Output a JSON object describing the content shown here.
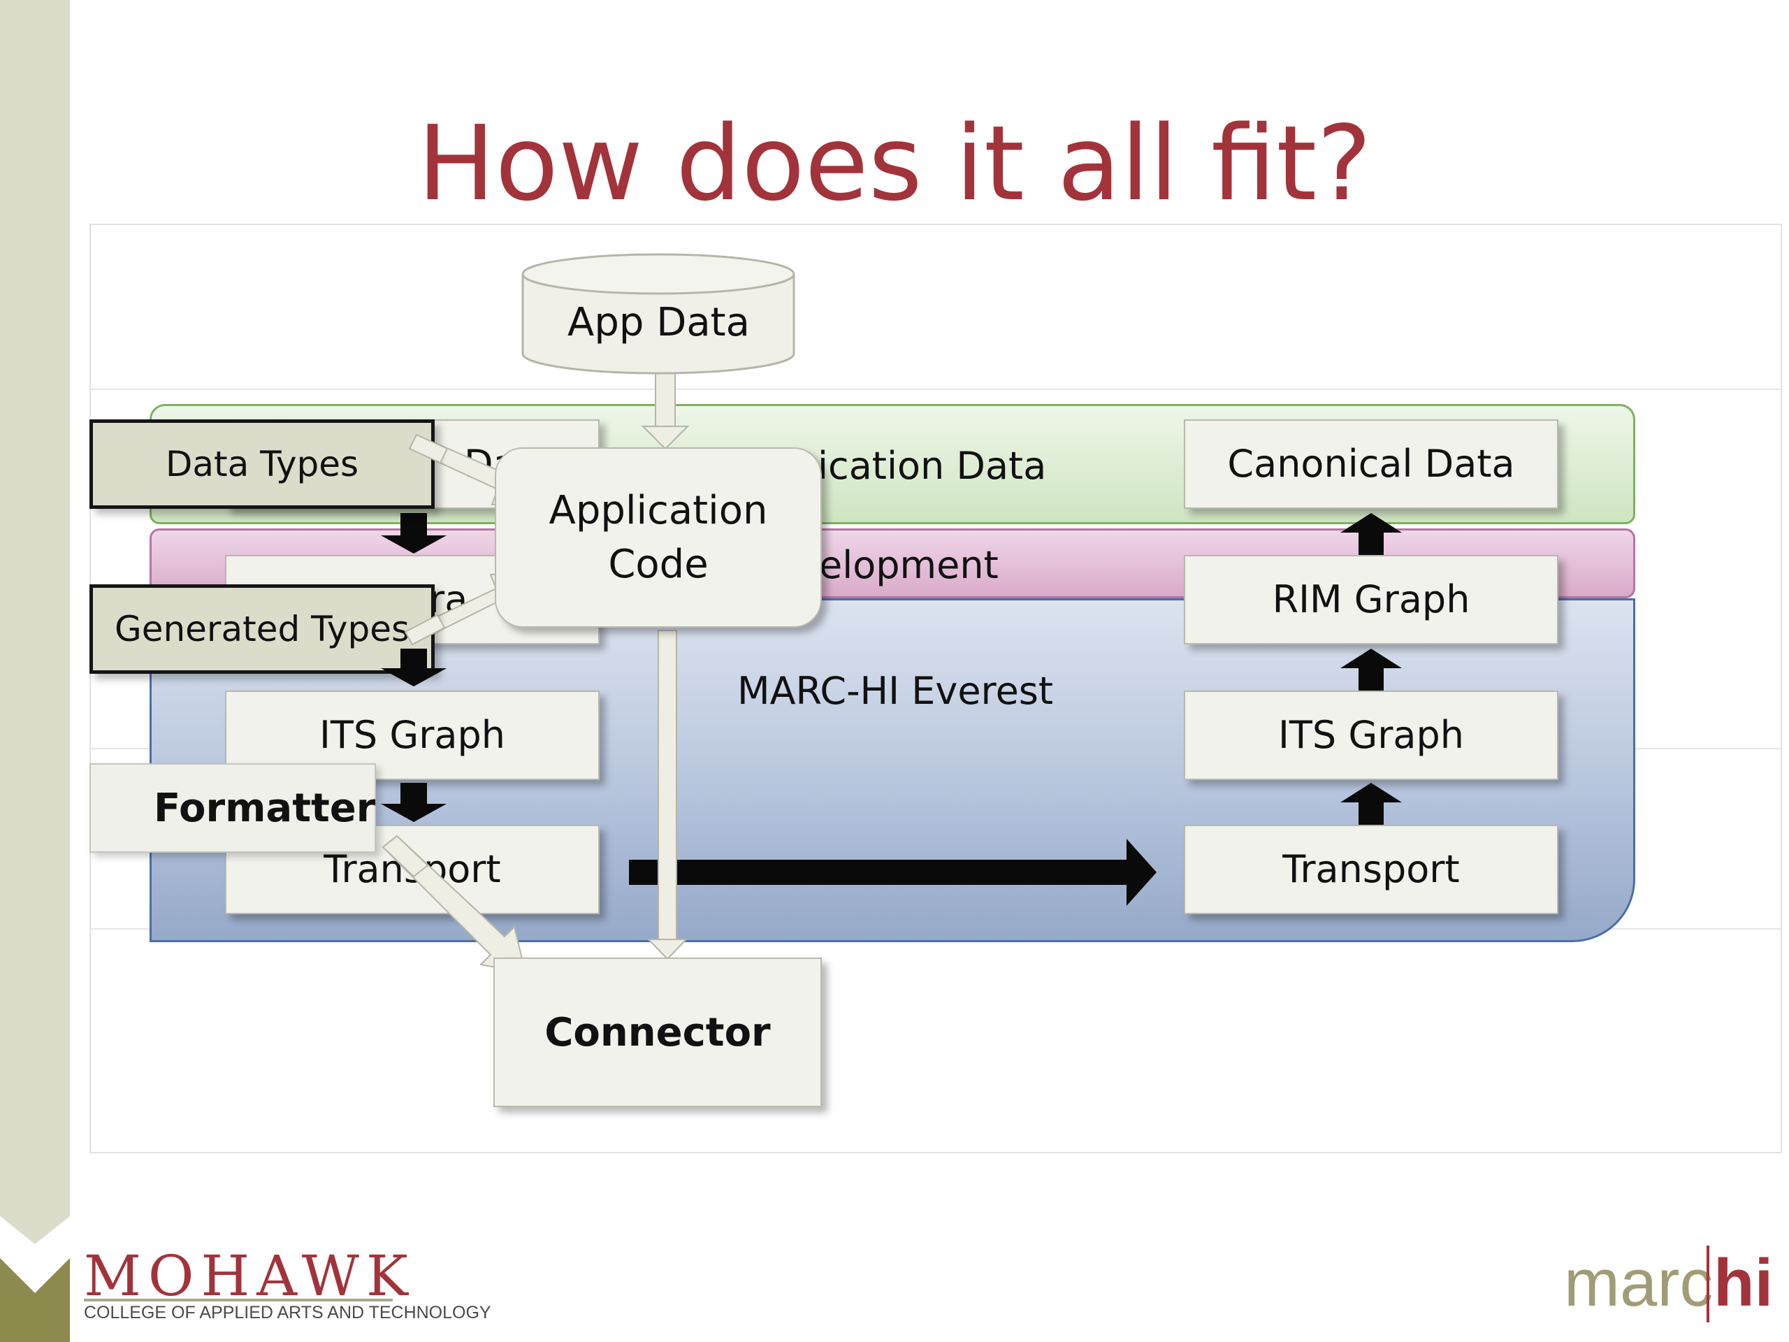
{
  "slide": {
    "title": "How does it all fit?"
  },
  "diagram": {
    "app_data": "App Data",
    "application_code": [
      "Application",
      "Code"
    ],
    "bands": {
      "application_data": "ication Data",
      "development": "elopment",
      "everest": "MARC-HI Everest"
    },
    "left_column": {
      "partial_top": "Da",
      "partial_dev": "ra",
      "its_graph": "ITS Graph",
      "transport": "Transport"
    },
    "right_column": {
      "canonical_data": "Canonical Data",
      "rim_graph": "RIM Graph",
      "its_graph": "ITS Graph",
      "transport": "Transport"
    },
    "overlays": {
      "data_types": "Data Types",
      "generated_types": "Generated Types",
      "formatter": "Formatter"
    },
    "connector": "Connector"
  },
  "logos": {
    "mohawk": {
      "name": "MOHAWK",
      "subtitle": "COLLEGE OF APPLIED ARTS AND TECHNOLOGY"
    },
    "marchi": {
      "left": "marc",
      "right": "hi"
    }
  }
}
